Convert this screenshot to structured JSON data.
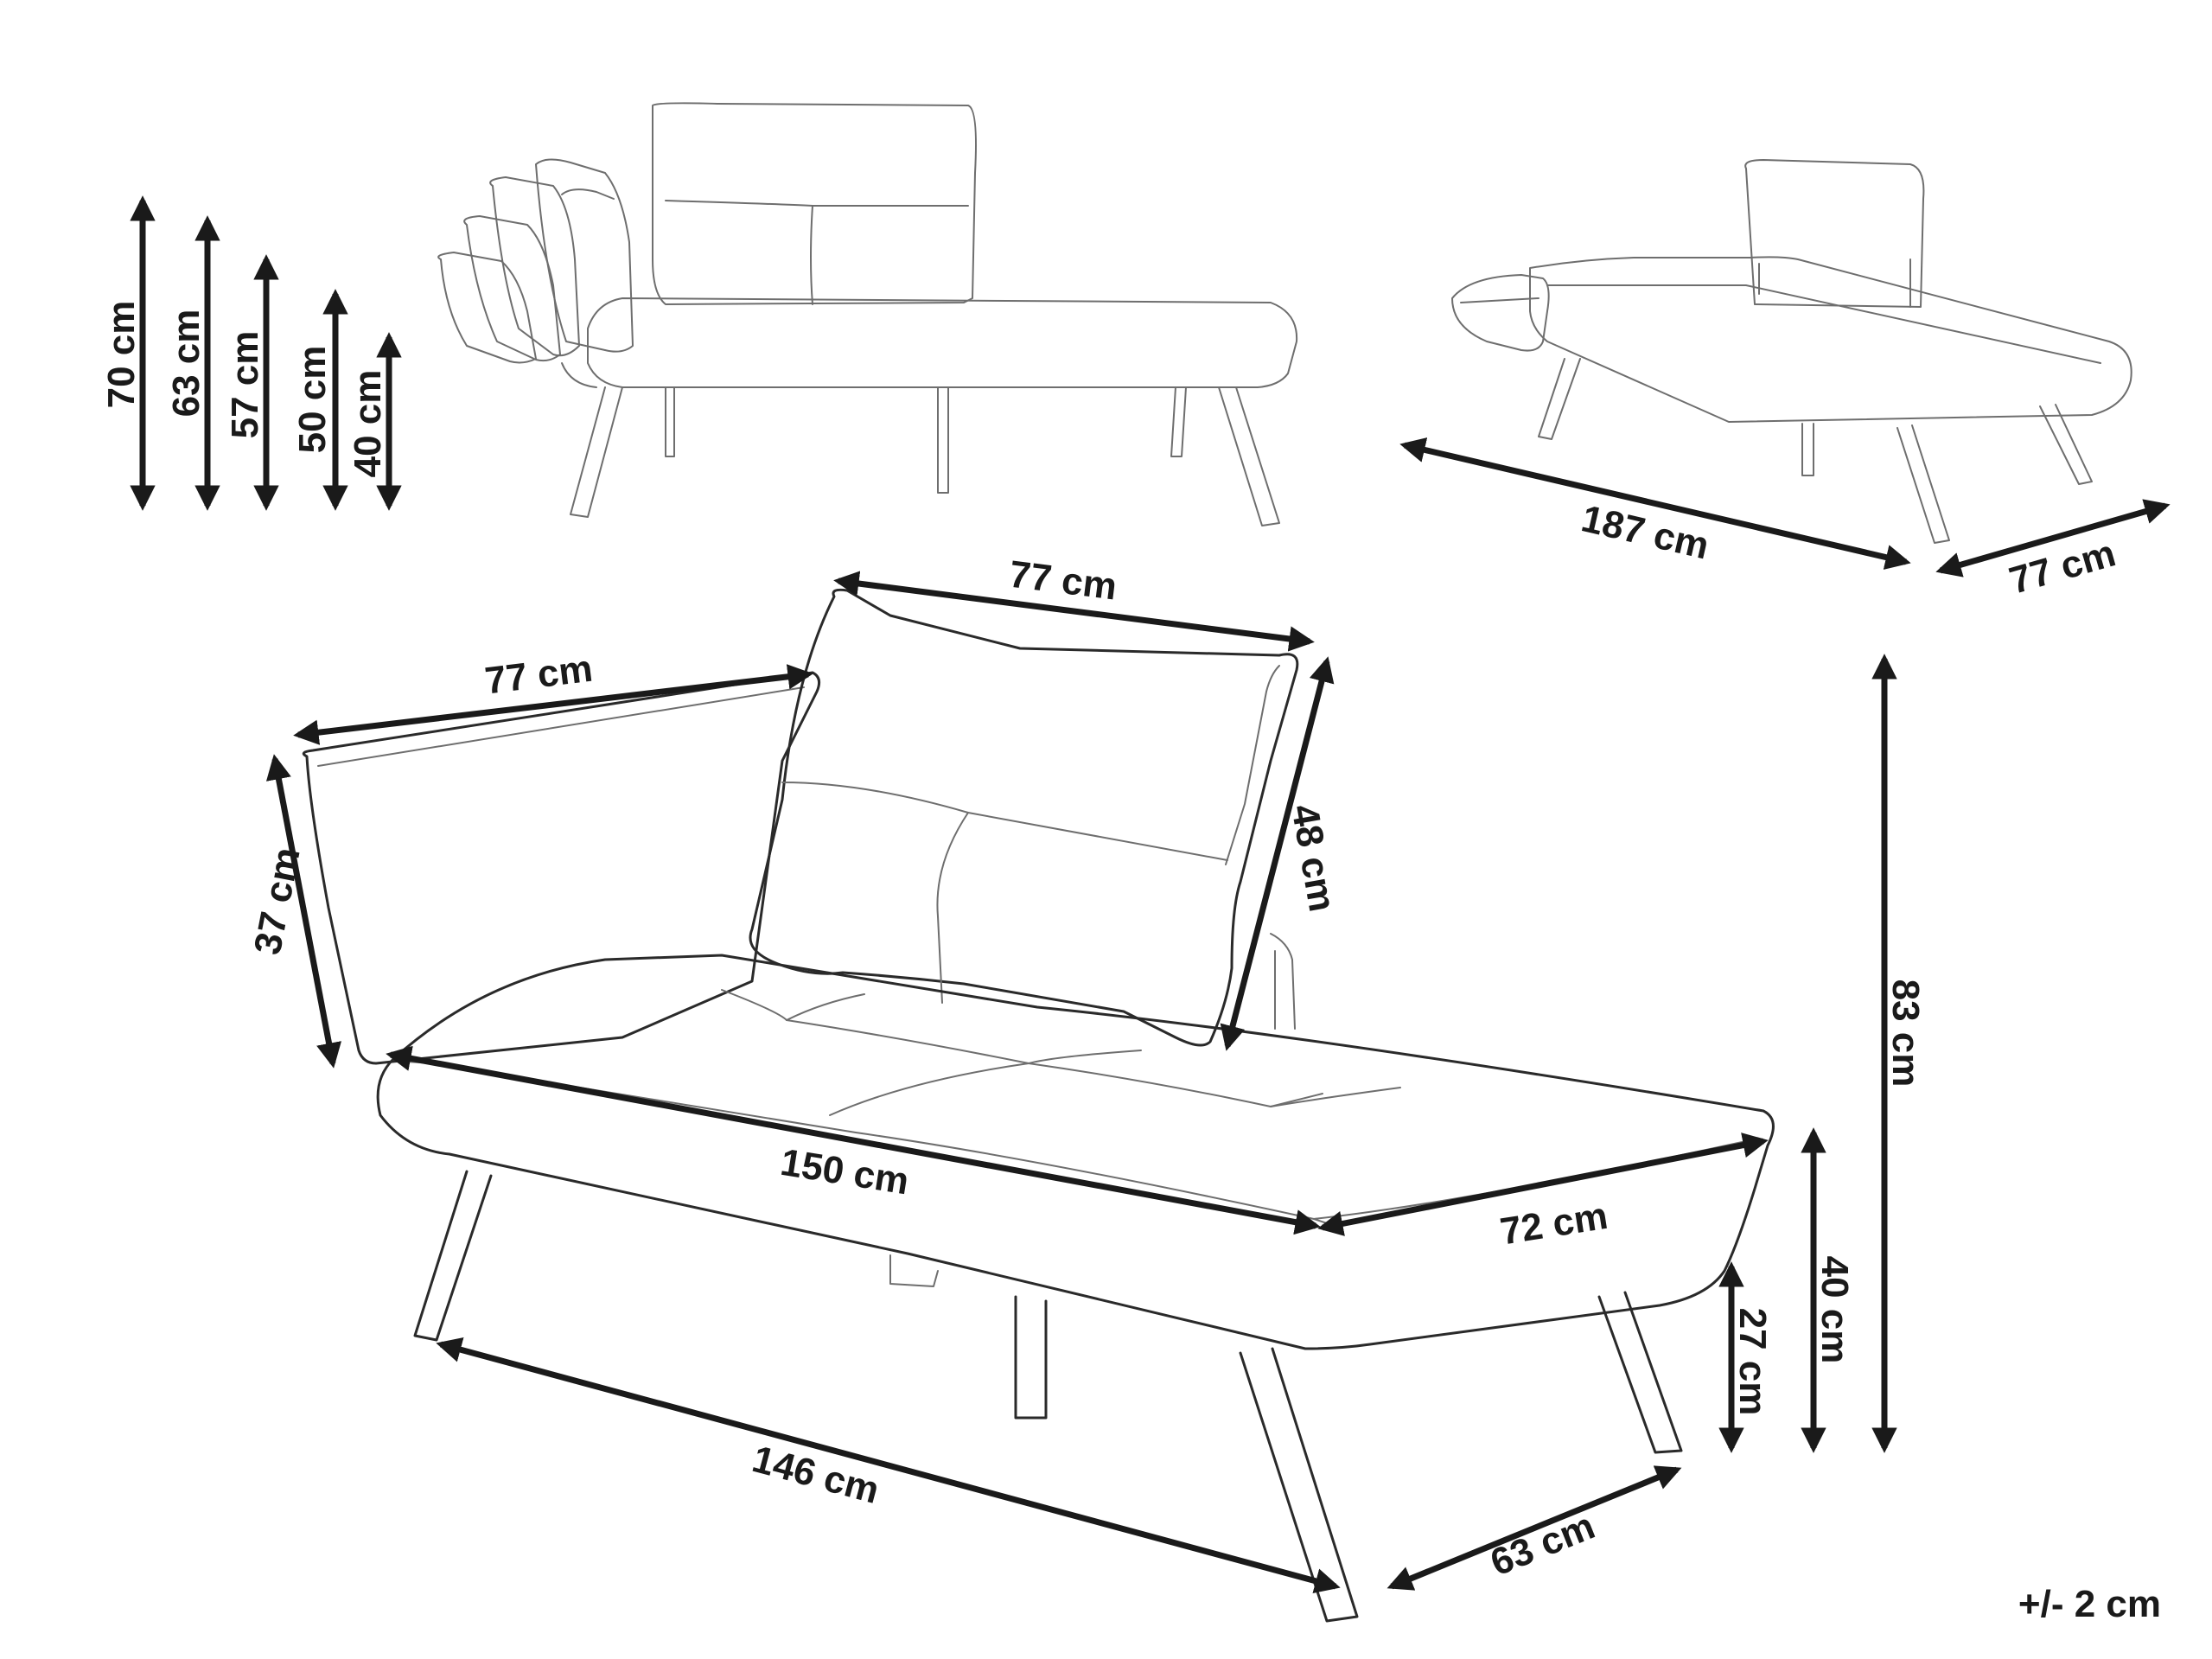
{
  "dimensions": {
    "height_70": "70 cm",
    "height_63": "63 cm",
    "height_57": "57 cm",
    "height_50": "50 cm",
    "height_40_top": "40 cm",
    "length_187": "187 cm",
    "depth_77_top": "77 cm",
    "cushion_width_77": "77 cm",
    "armrest_width_77": "77 cm",
    "cushion_height_48": "48 cm",
    "armrest_height_37": "37 cm",
    "total_height_83": "83 cm",
    "seat_length_150": "150 cm",
    "seat_depth_72": "72 cm",
    "seat_height_40": "40 cm",
    "leg_height_27": "27 cm",
    "base_length_146": "146 cm",
    "base_depth_63": "63 cm"
  },
  "tolerance": "+/- 2 cm"
}
